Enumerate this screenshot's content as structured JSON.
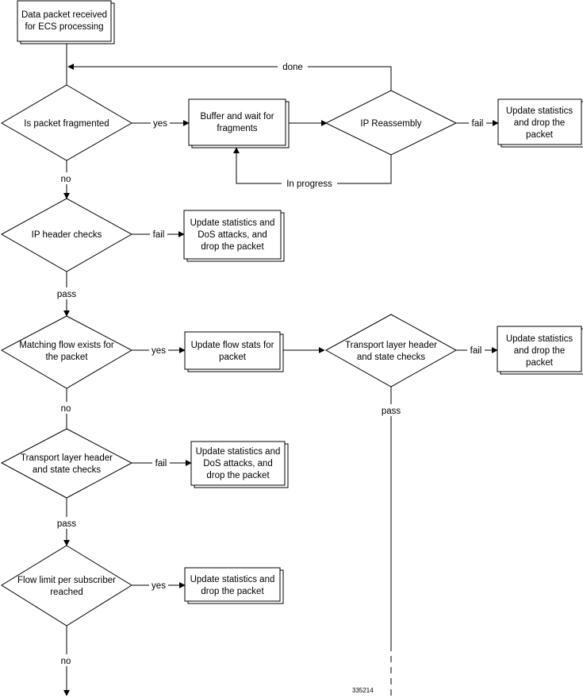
{
  "figure_id": "335214",
  "nodes": {
    "start": [
      "Data packet received",
      "for ECS processing"
    ],
    "fragmented": [
      "Is packet fragmented"
    ],
    "buffer": [
      "Buffer and wait for",
      "fragments"
    ],
    "reassembly": [
      "IP Reassembly"
    ],
    "reassembly_fail": [
      "Update statistics",
      "and drop the",
      "packet"
    ],
    "ip_header": [
      "IP header checks"
    ],
    "ip_header_fail": [
      "Update statistics and",
      "DoS attacks, and",
      "drop the packet"
    ],
    "matching_flow": [
      "Matching flow exists for",
      "the packet"
    ],
    "flow_stats": [
      "Update flow stats for",
      "packet"
    ],
    "transport_right": [
      "Transport layer header",
      "and state checks"
    ],
    "transport_right_fail": [
      "Update statistics",
      "and drop the",
      "packet"
    ],
    "transport_left": [
      "Transport layer header",
      "and state checks"
    ],
    "transport_left_fail": [
      "Update statistics and",
      "DoS attacks, and",
      "drop the packet"
    ],
    "flow_limit": [
      "Flow limit per subscriber",
      "reached"
    ],
    "flow_limit_yes": [
      "Update statistics and",
      "drop the packet"
    ]
  },
  "edge_labels": {
    "done": "done",
    "frag_yes": "yes",
    "reassembly_fail": "fail",
    "in_progress": "In progress",
    "frag_no": "no",
    "ip_fail": "fail",
    "ip_pass": "pass",
    "match_yes": "yes",
    "transport_right_fail": "fail",
    "transport_right_pass": "pass",
    "match_no": "no",
    "transport_left_fail": "fail",
    "transport_left_pass": "pass",
    "flow_limit_yes": "yes",
    "flow_limit_no": "no"
  }
}
